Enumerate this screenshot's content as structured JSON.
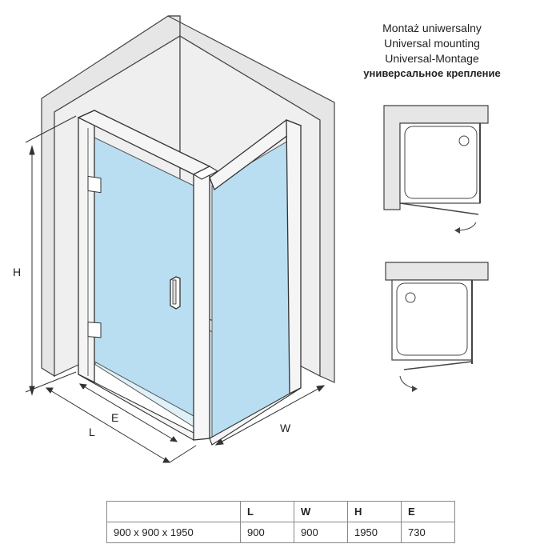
{
  "mounting": {
    "title_pl": "Montaż uniwersalny",
    "title_en": "Universal mounting",
    "title_de": "Universal-Montage",
    "title_ru": "универсальное крепление"
  },
  "dimension_labels": {
    "h": "H",
    "l": "L",
    "e": "E",
    "w": "W"
  },
  "table": {
    "headers": [
      "",
      "L",
      "W",
      "H",
      "E"
    ],
    "rows": [
      [
        "900 x 900 x 1950",
        "900",
        "900",
        "1950",
        "730"
      ]
    ]
  },
  "colors": {
    "glass": "#bfe0f2",
    "wall": "#e9e9e9",
    "frame": "#f4f4f4",
    "line": "#333333"
  }
}
